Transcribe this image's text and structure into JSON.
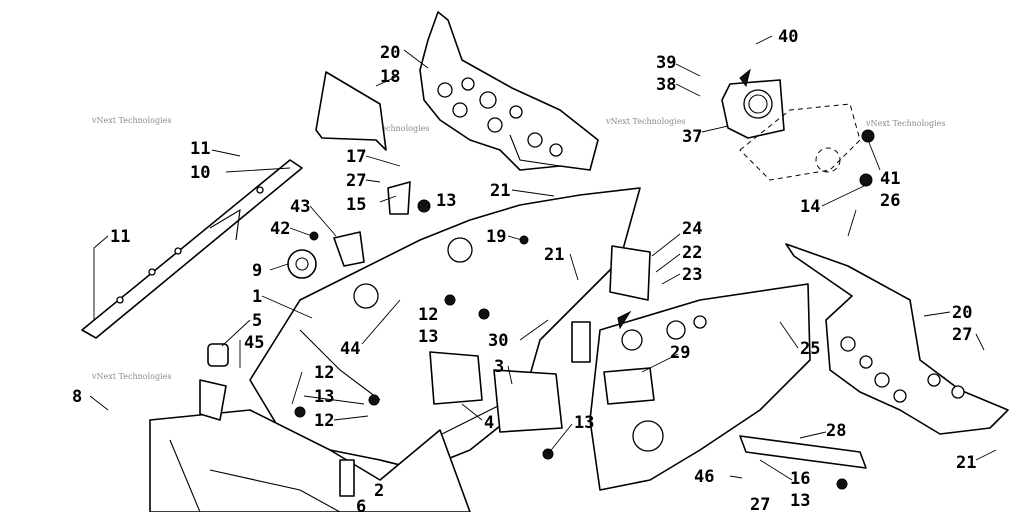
{
  "watermark": "vNext Technologies",
  "callouts": [
    {
      "id": "c40",
      "label": "40"
    },
    {
      "id": "c39",
      "label": "39"
    },
    {
      "id": "c38",
      "label": "38"
    },
    {
      "id": "c37",
      "label": "37"
    },
    {
      "id": "c20a",
      "label": "20"
    },
    {
      "id": "c18",
      "label": "18"
    },
    {
      "id": "c11a",
      "label": "11"
    },
    {
      "id": "c10",
      "label": "10"
    },
    {
      "id": "c17",
      "label": "17"
    },
    {
      "id": "c27a",
      "label": "27"
    },
    {
      "id": "c15",
      "label": "15"
    },
    {
      "id": "c13a",
      "label": "13"
    },
    {
      "id": "c21a",
      "label": "21"
    },
    {
      "id": "c41",
      "label": "41"
    },
    {
      "id": "c14",
      "label": "14"
    },
    {
      "id": "c26",
      "label": "26"
    },
    {
      "id": "c43",
      "label": "43"
    },
    {
      "id": "c42",
      "label": "42"
    },
    {
      "id": "c11b",
      "label": "11"
    },
    {
      "id": "c19",
      "label": "19"
    },
    {
      "id": "c21b",
      "label": "21"
    },
    {
      "id": "c24",
      "label": "24"
    },
    {
      "id": "c22",
      "label": "22"
    },
    {
      "id": "c23",
      "label": "23"
    },
    {
      "id": "c9",
      "label": "9"
    },
    {
      "id": "c1",
      "label": "1"
    },
    {
      "id": "c5",
      "label": "5"
    },
    {
      "id": "c45",
      "label": "45"
    },
    {
      "id": "c12a",
      "label": "12"
    },
    {
      "id": "c13b",
      "label": "13"
    },
    {
      "id": "c44",
      "label": "44"
    },
    {
      "id": "c30",
      "label": "30"
    },
    {
      "id": "c20b",
      "label": "20"
    },
    {
      "id": "c27b",
      "label": "27"
    },
    {
      "id": "c25",
      "label": "25"
    },
    {
      "id": "c29",
      "label": "29"
    },
    {
      "id": "c3",
      "label": "3"
    },
    {
      "id": "c8",
      "label": "8"
    },
    {
      "id": "c12b",
      "label": "12"
    },
    {
      "id": "c13c",
      "label": "13"
    },
    {
      "id": "c12c",
      "label": "12"
    },
    {
      "id": "c4",
      "label": "4"
    },
    {
      "id": "c13d",
      "label": "13"
    },
    {
      "id": "c28",
      "label": "28"
    },
    {
      "id": "c16",
      "label": "16"
    },
    {
      "id": "c46",
      "label": "46"
    },
    {
      "id": "c13e",
      "label": "13"
    },
    {
      "id": "c27c",
      "label": "27"
    },
    {
      "id": "c21c",
      "label": "21"
    },
    {
      "id": "c2",
      "label": "2"
    },
    {
      "id": "c6",
      "label": "6"
    }
  ]
}
